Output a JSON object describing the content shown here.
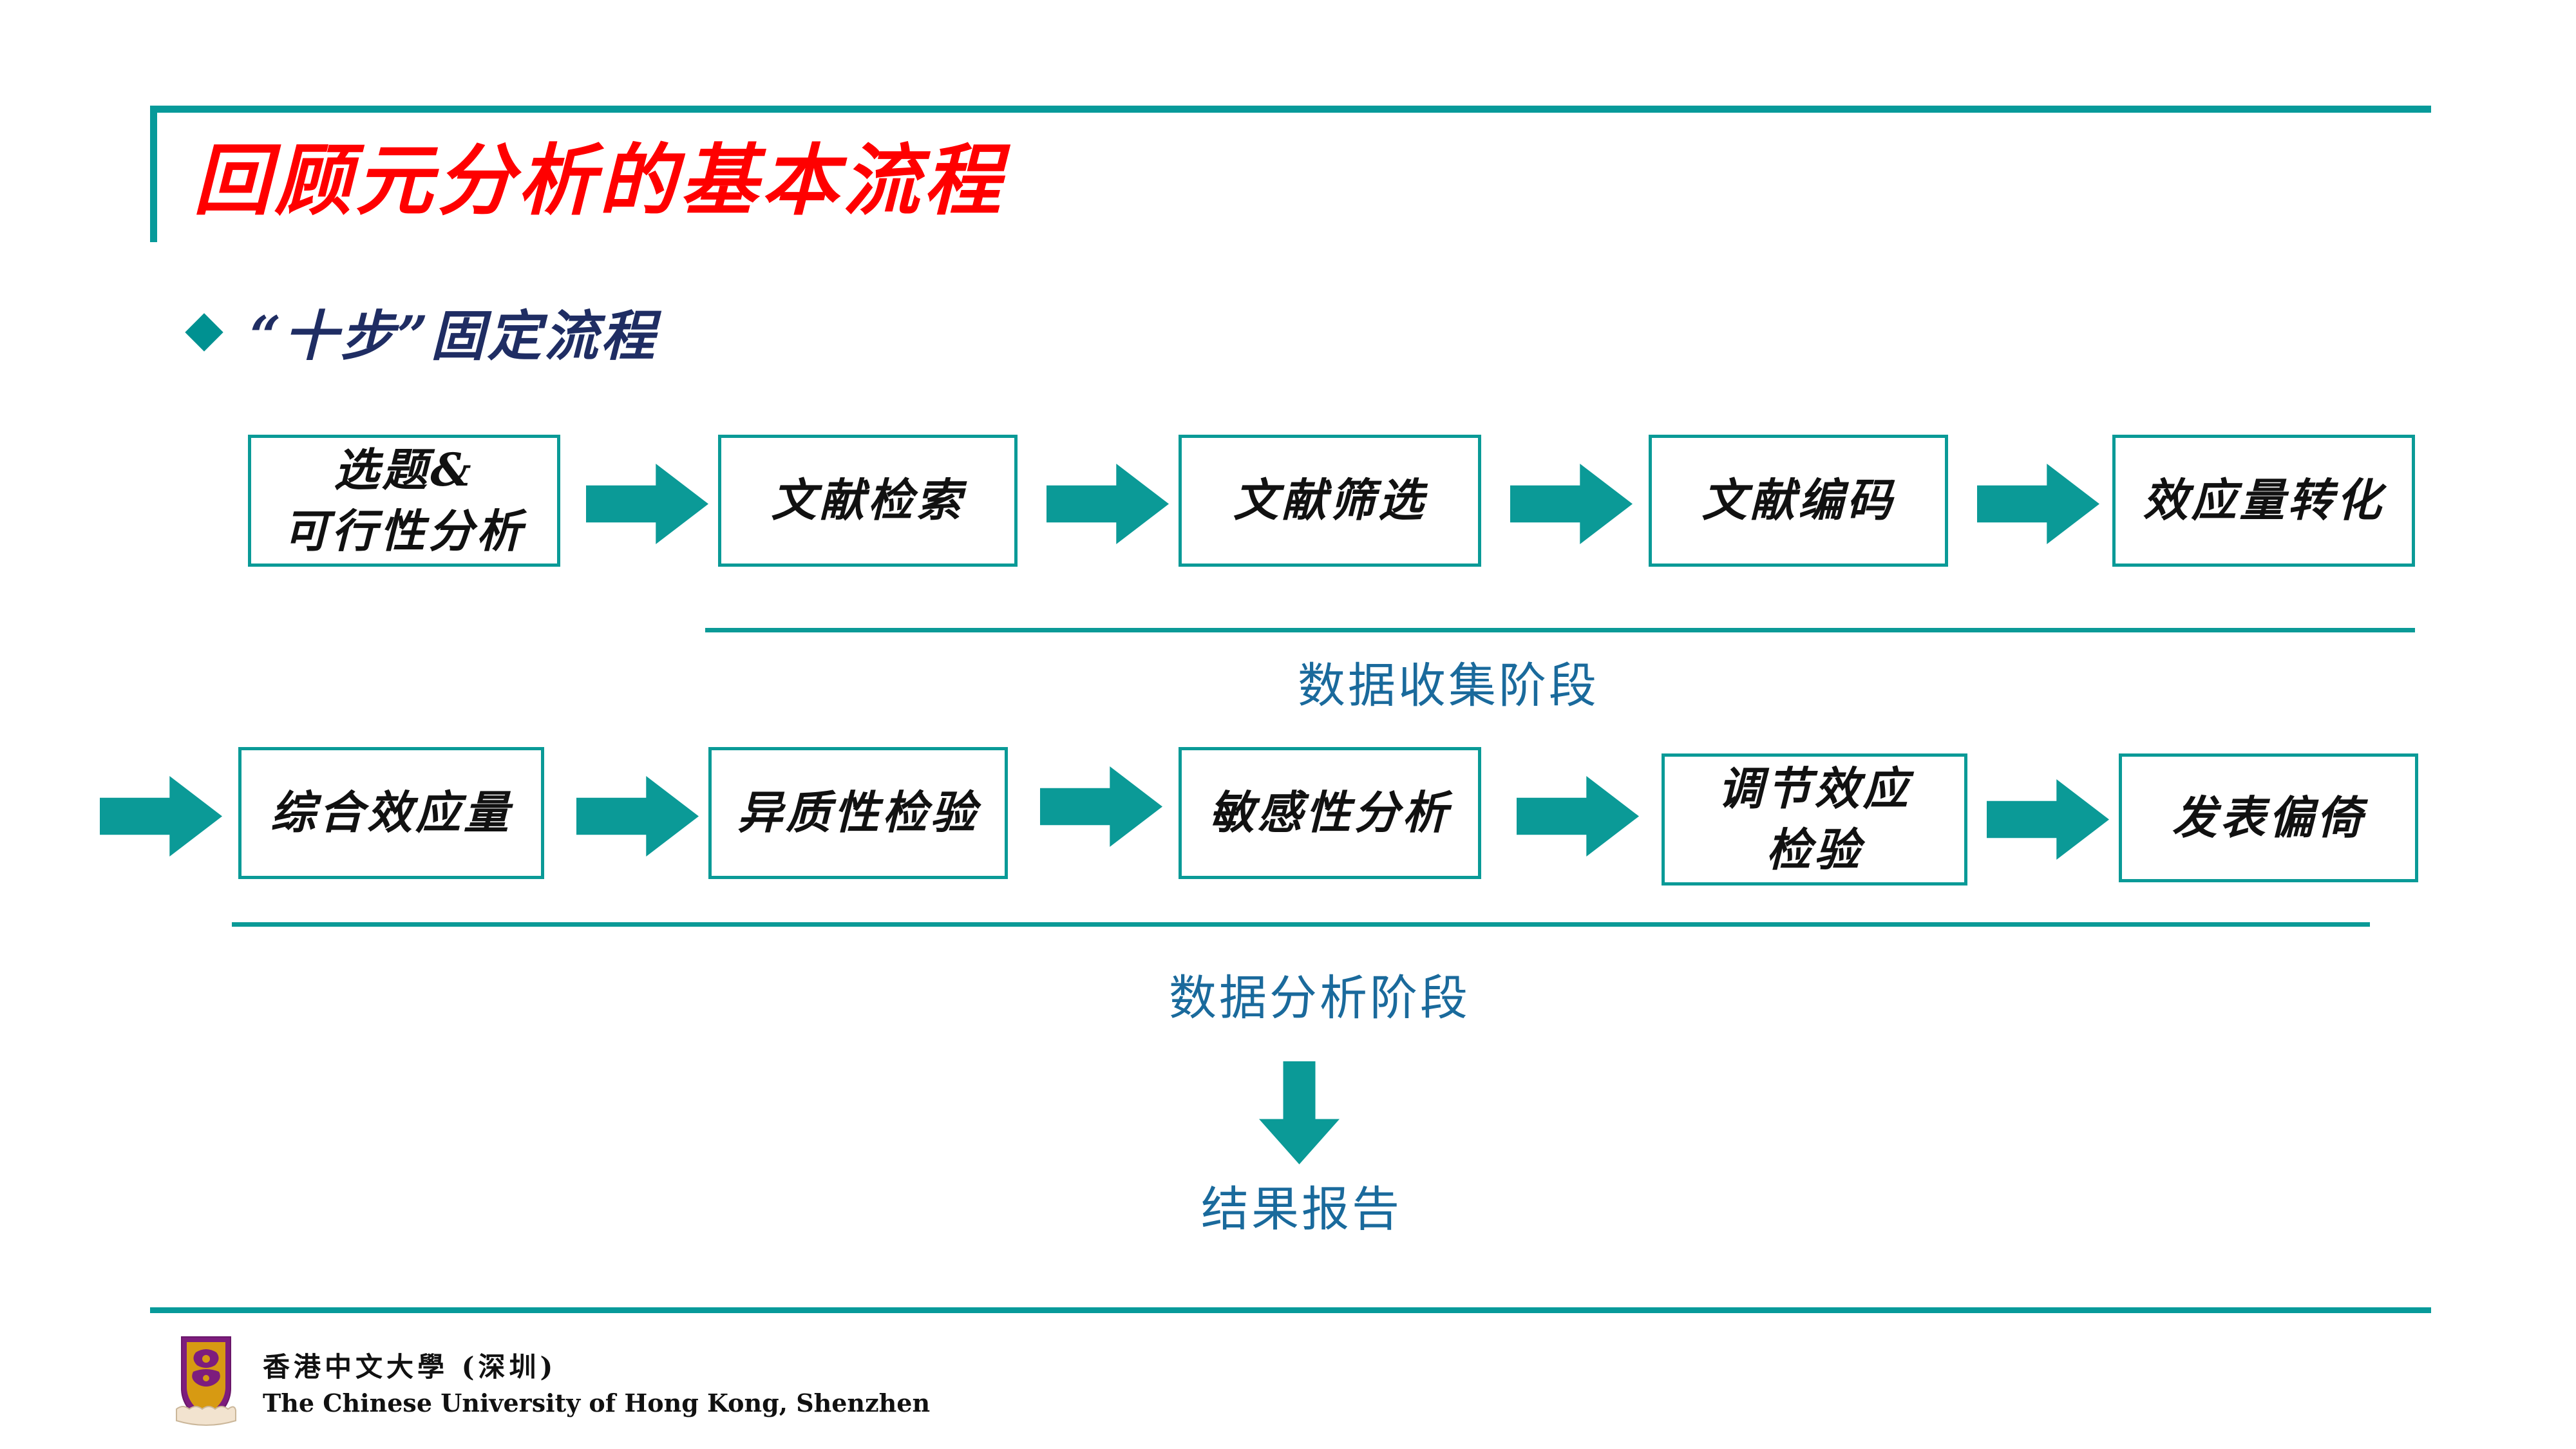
{
  "slide": {
    "title": "回顾元分析的基本流程",
    "bullet": {
      "marker": "diamond-bullet",
      "text": "“十步”固定流程"
    },
    "colors": {
      "teal": "#0a9a97",
      "title_red": "#ff0000",
      "bullet_navy": "#1f2d63",
      "stage_blue": "#1a6a9c"
    }
  },
  "flow": {
    "row1": [
      {
        "label": "选题&\n可行性分析"
      },
      {
        "label": "文献检索"
      },
      {
        "label": "文献筛选"
      },
      {
        "label": "文献编码"
      },
      {
        "label": "效应量转化"
      }
    ],
    "row2": [
      {
        "label": "综合效应量"
      },
      {
        "label": "异质性检验"
      },
      {
        "label": "敏感性分析"
      },
      {
        "label": "调节效应\n检验"
      },
      {
        "label": "发表偏倚"
      }
    ],
    "stages": [
      {
        "name": "data-collection",
        "label": "数据收集阶段"
      },
      {
        "name": "data-analysis",
        "label": "数据分析阶段"
      }
    ],
    "outcome": {
      "label": "结果报告"
    }
  },
  "footer": {
    "logo": "cuhk-shenzhen-crest",
    "name_cn": "香港中文大學 (深圳)",
    "name_en": "The Chinese University of Hong Kong, Shenzhen"
  }
}
